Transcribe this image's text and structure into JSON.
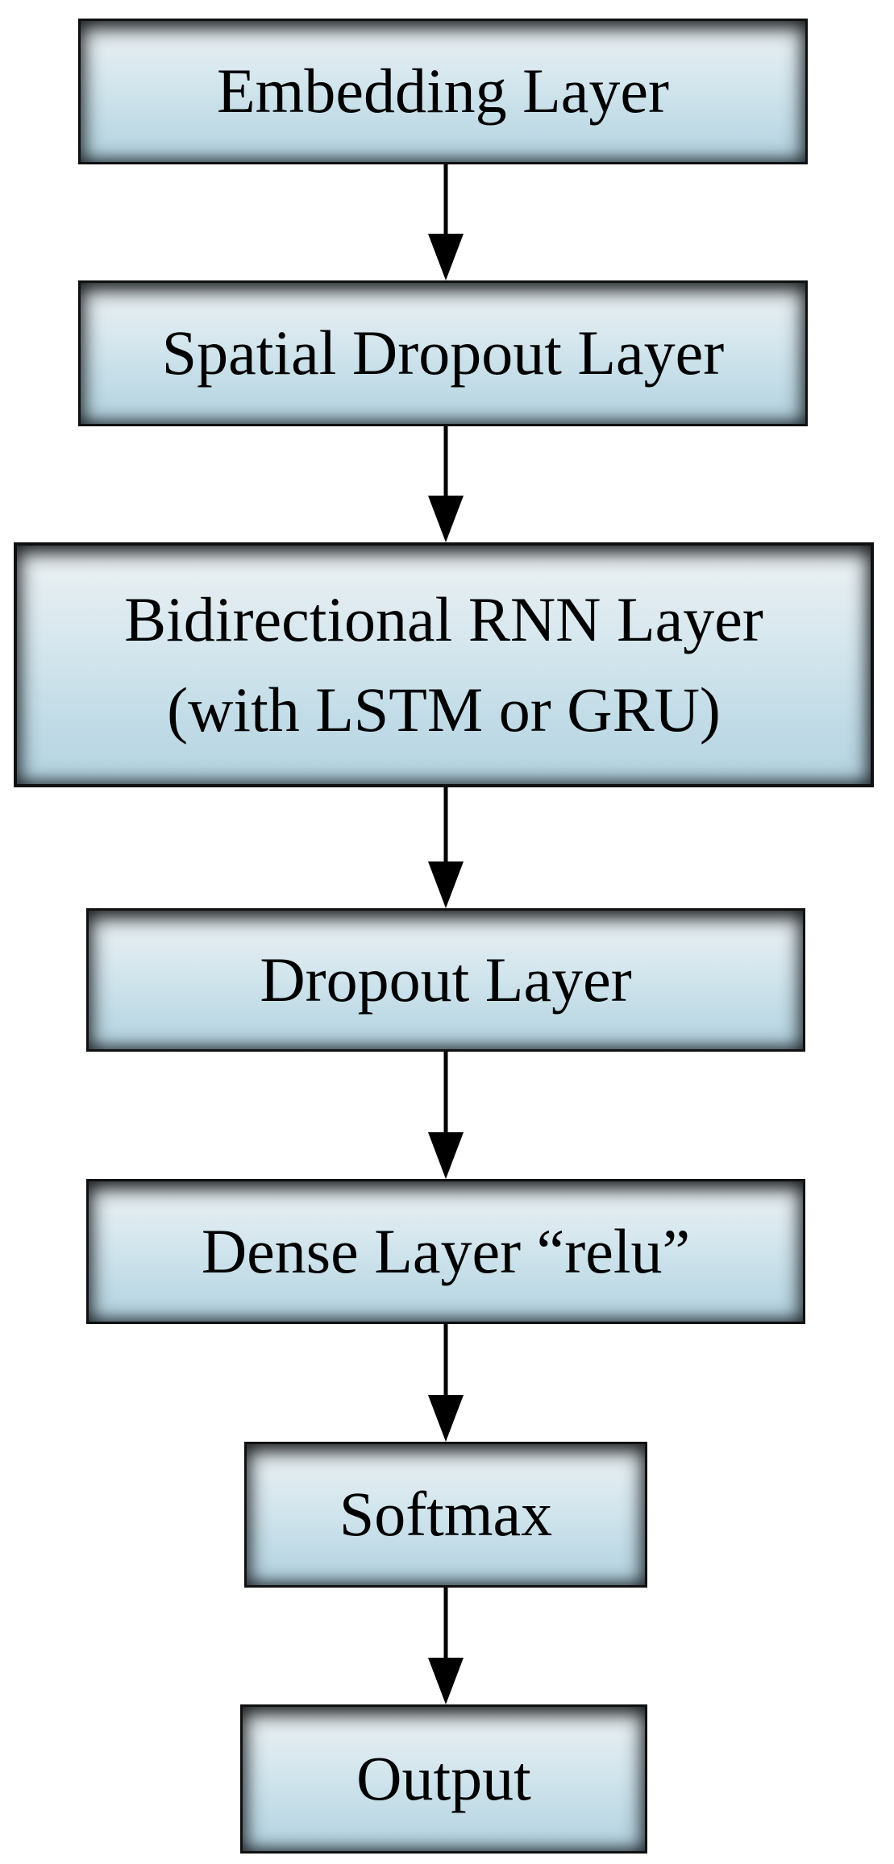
{
  "diagram": {
    "description": "Neural network architecture flowchart (top to bottom)",
    "colors": {
      "node_fill_light": "#e4edf1",
      "node_fill_blue": "#b3d3e0",
      "node_border": "#101010",
      "arrow": "#000000",
      "background": "#ffffff",
      "text": "#000000"
    },
    "nodes": [
      {
        "id": "embedding-layer",
        "lines": [
          "Embedding Layer"
        ]
      },
      {
        "id": "spatial-dropout-layer",
        "lines": [
          "Spatial Dropout Layer"
        ]
      },
      {
        "id": "bidirectional-rnn-layer",
        "lines": [
          "Bidirectional RNN Layer",
          "(with LSTM or GRU)"
        ]
      },
      {
        "id": "dropout-layer",
        "lines": [
          "Dropout Layer"
        ]
      },
      {
        "id": "dense-layer",
        "lines": [
          "Dense Layer “relu”"
        ]
      },
      {
        "id": "softmax",
        "lines": [
          "Softmax"
        ]
      },
      {
        "id": "output",
        "lines": [
          "Output"
        ]
      }
    ],
    "connections": [
      {
        "from": "embedding-layer",
        "to": "spatial-dropout-layer"
      },
      {
        "from": "spatial-dropout-layer",
        "to": "bidirectional-rnn-layer"
      },
      {
        "from": "bidirectional-rnn-layer",
        "to": "dropout-layer"
      },
      {
        "from": "dropout-layer",
        "to": "dense-layer"
      },
      {
        "from": "dense-layer",
        "to": "softmax"
      },
      {
        "from": "softmax",
        "to": "output"
      }
    ]
  }
}
